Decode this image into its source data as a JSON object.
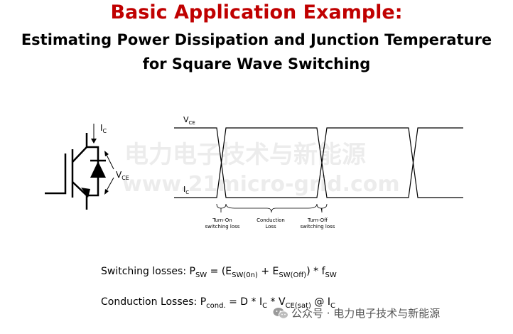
{
  "title": "Basic Application Example:",
  "subtitle_line1": "Estimating Power Dissipation and Junction Temperature",
  "subtitle_line2": "for Square Wave Switching",
  "colors": {
    "title": "#c00000",
    "text": "#000000",
    "watermark": "#000000"
  },
  "circuit": {
    "ic_label": "I",
    "ic_sub": "C",
    "vce_label": "V",
    "vce_sub": "CE"
  },
  "waveform": {
    "vce_label": "V",
    "vce_sub": "CE",
    "ic_label": "I",
    "ic_sub": "C",
    "turn_on_line1": "Turn-On",
    "turn_on_line2": "switching loss",
    "conduction_line1": "Conduction",
    "conduction_line2": "Loss",
    "turn_off_line1": "Turn-Off",
    "turn_off_line2": "switching loss"
  },
  "formula1": {
    "prefix": "Switching losses:  P",
    "p_sub": "SW",
    "eq": " = (E",
    "e1_sub": "SW(0n)",
    "plus": " + E",
    "e2_sub": "SW(Off)",
    "mult": ") * f",
    "f_sub": "SW"
  },
  "formula2": {
    "prefix": "Conduction Losses: P",
    "p_sub": "cond.",
    "eq": " = D * I",
    "i_sub": "C",
    "mult": " * V",
    "v_sub": "CE(sat)",
    "at": " @ I",
    "i2_sub": "C"
  },
  "watermark": {
    "line1": "电力电子技术与新能源",
    "line2": "www.21micro-grid.com"
  },
  "footer": {
    "icon": "wechat-icon",
    "text": "公众号 · 电力电子技术与新能源"
  }
}
